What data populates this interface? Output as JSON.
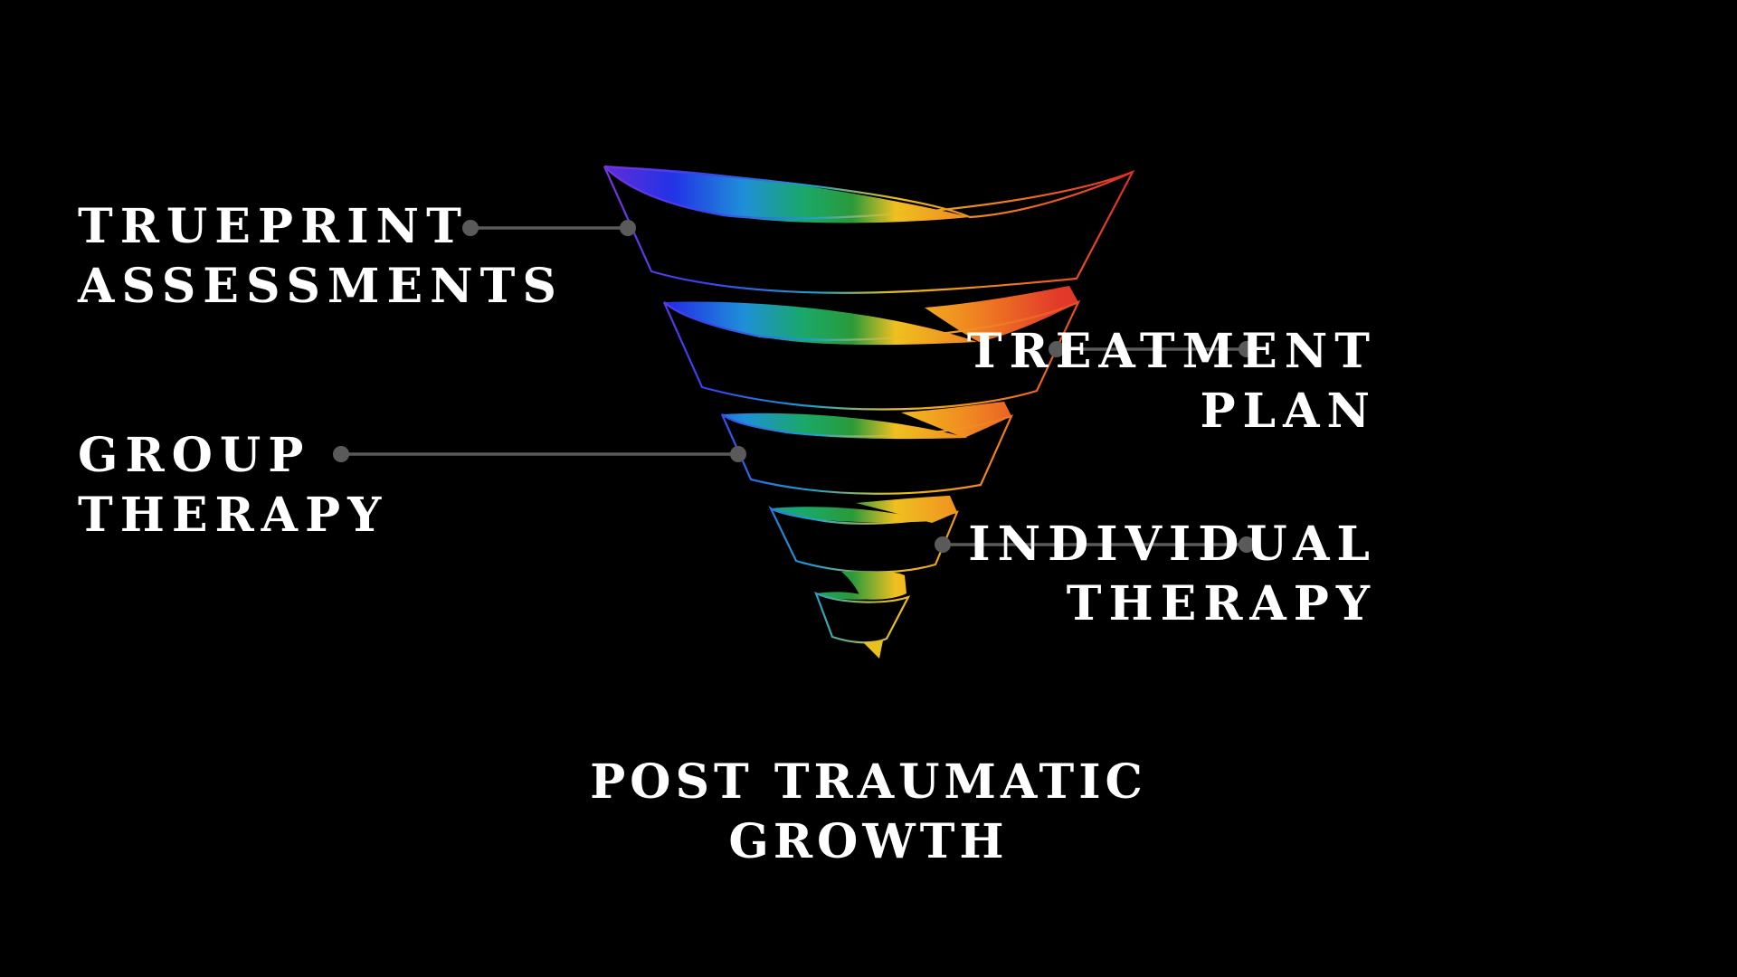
{
  "labels": {
    "trueprint": {
      "line1": "TRUEPRINT",
      "line2": "ASSESSMENTS"
    },
    "group": {
      "line1": "GROUP",
      "line2": "THERAPY"
    },
    "treatment": {
      "line1": "TREATMENT",
      "line2": "PLAN"
    },
    "individual": {
      "line1": "INDIVIDUAL",
      "line2": "THERAPY"
    },
    "outcome": {
      "line1": "POST TRAUMATIC",
      "line2": "GROWTH"
    }
  },
  "colors": {
    "background": "#000000",
    "text": "#ffffff",
    "connector": "#5a5a5a",
    "rainbow": [
      "#6a2bd6",
      "#2233e6",
      "#1f8fd8",
      "#1aa86a",
      "#2a9a3a",
      "#f0c020",
      "#f08a20",
      "#e23a2a"
    ]
  }
}
